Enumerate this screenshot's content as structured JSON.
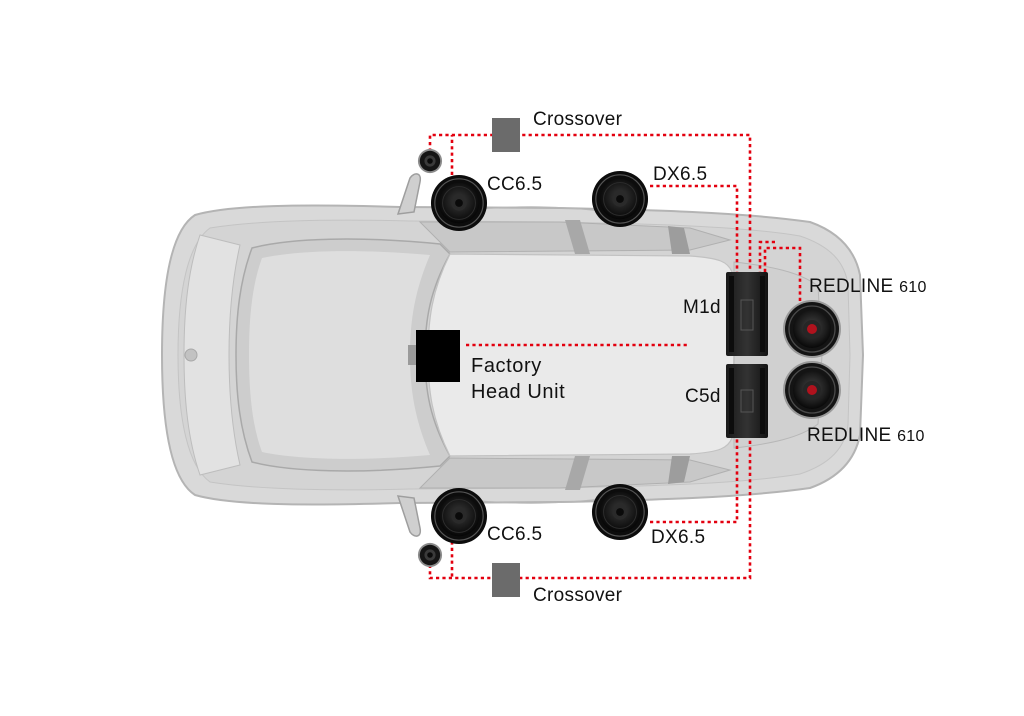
{
  "labels": {
    "crossover_top": "Crossover",
    "crossover_bottom": "Crossover",
    "cc_front_left": "CC6.5",
    "cc_front_right": "CC6.5",
    "dx_rear_left": "DX6.5",
    "dx_rear_right": "DX6.5",
    "amp_mono": "M1d",
    "amp_5ch": "C5d",
    "sub_top_name": "REDLINE",
    "sub_top_model": "610",
    "sub_bottom_name": "REDLINE",
    "sub_bottom_model": "610",
    "head_unit_line1": "Factory",
    "head_unit_line2": "Head Unit"
  },
  "colors": {
    "wire": "#e3000f",
    "car_body": "#d9d9d9",
    "car_outline": "#b4b4b4",
    "roof": "#e9e9e9",
    "glass": "#c9c9c9",
    "head_unit": "#000000",
    "crossover": "#6b6b6b",
    "speaker": "#111111",
    "sub_cone_accent": "#b0121d"
  },
  "icons": {
    "speaker": "speaker-icon",
    "tweeter": "tweeter-icon",
    "crossover": "crossover-box-icon",
    "amplifier": "amplifier-icon",
    "subwoofer": "subwoofer-icon",
    "head_unit": "head-unit-icon"
  }
}
